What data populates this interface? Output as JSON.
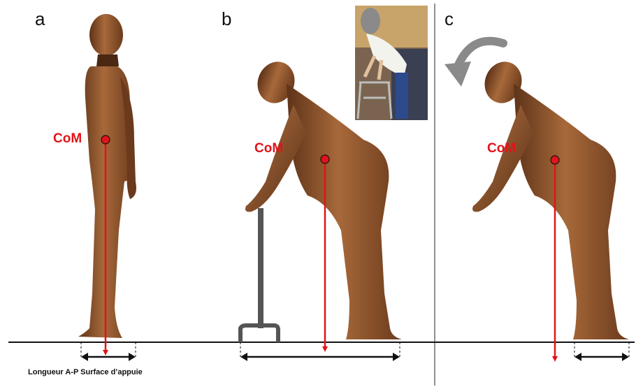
{
  "panels": {
    "a": {
      "letter": "a",
      "com_label": "CoM"
    },
    "b": {
      "letter": "b",
      "com_label": "CoM"
    },
    "c": {
      "letter": "c",
      "com_label": "CoM"
    }
  },
  "caption": "Longueur A-P Surface d’appuie",
  "colors": {
    "skin": "#9a5a2e",
    "skin_dark": "#5e3318",
    "com_red": "#e0141a",
    "ground": "#111111",
    "cane": "#555555",
    "rotation_arrow": "#8a8a8a"
  },
  "inset_photo": {
    "subject": "person-with-walker-photo"
  }
}
